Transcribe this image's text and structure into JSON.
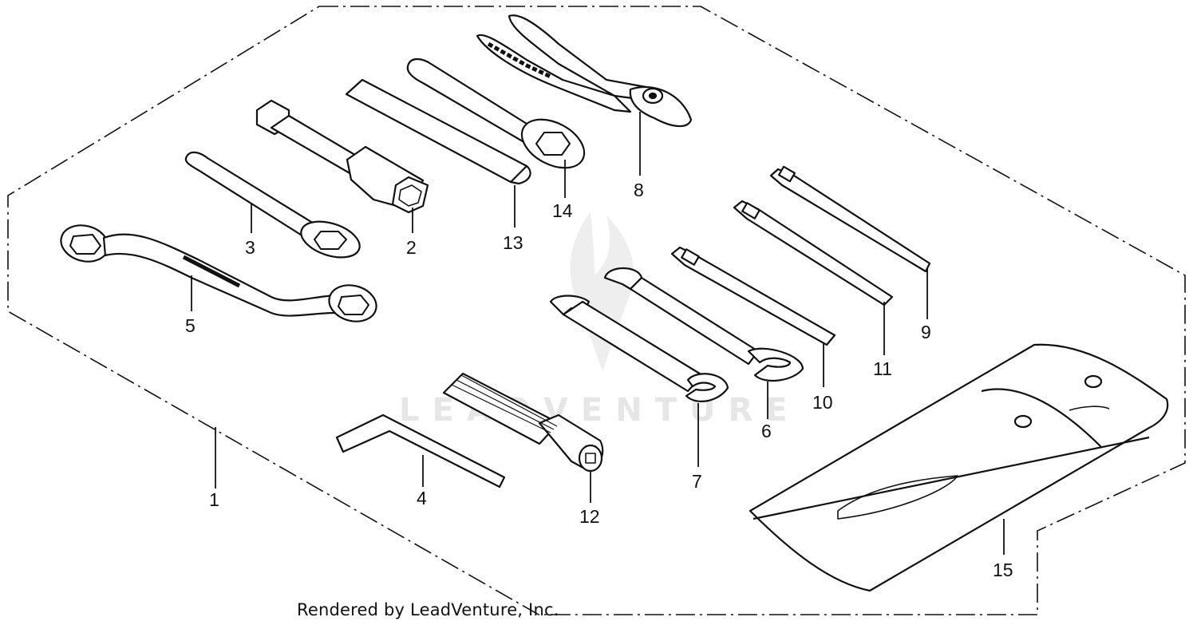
{
  "callouts": {
    "c1": "1",
    "c2": "2",
    "c3": "3",
    "c4": "4",
    "c5": "5",
    "c6": "6",
    "c7": "7",
    "c8": "8",
    "c9": "9",
    "c10": "10",
    "c11": "11",
    "c12": "12",
    "c13": "13",
    "c14": "14",
    "c15": "15"
  },
  "credit": "Rendered by LeadVenture, Inc.",
  "watermark": {
    "text": "LEADVENTURE"
  },
  "colors": {
    "line": "#111111",
    "watermark": "#e6e6e6",
    "background": "#ffffff"
  }
}
